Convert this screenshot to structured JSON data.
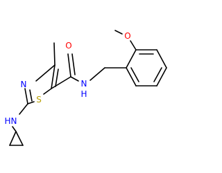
{
  "molecule": {
    "atoms": {
      "carbonyl_oxygen": "O",
      "amide_nitrogen": "N",
      "amide_hydrogen": "H",
      "methoxy_oxygen": "O",
      "thiazole_nitrogen": "N",
      "thiazole_sulfur": "S",
      "amine_hydrogen": "H",
      "amine_nitrogen": "N"
    },
    "colors": {
      "oxygen": "#FF0000",
      "nitrogen": "#0000FF",
      "sulfur": "#B8A000",
      "bond": "#000000"
    }
  }
}
